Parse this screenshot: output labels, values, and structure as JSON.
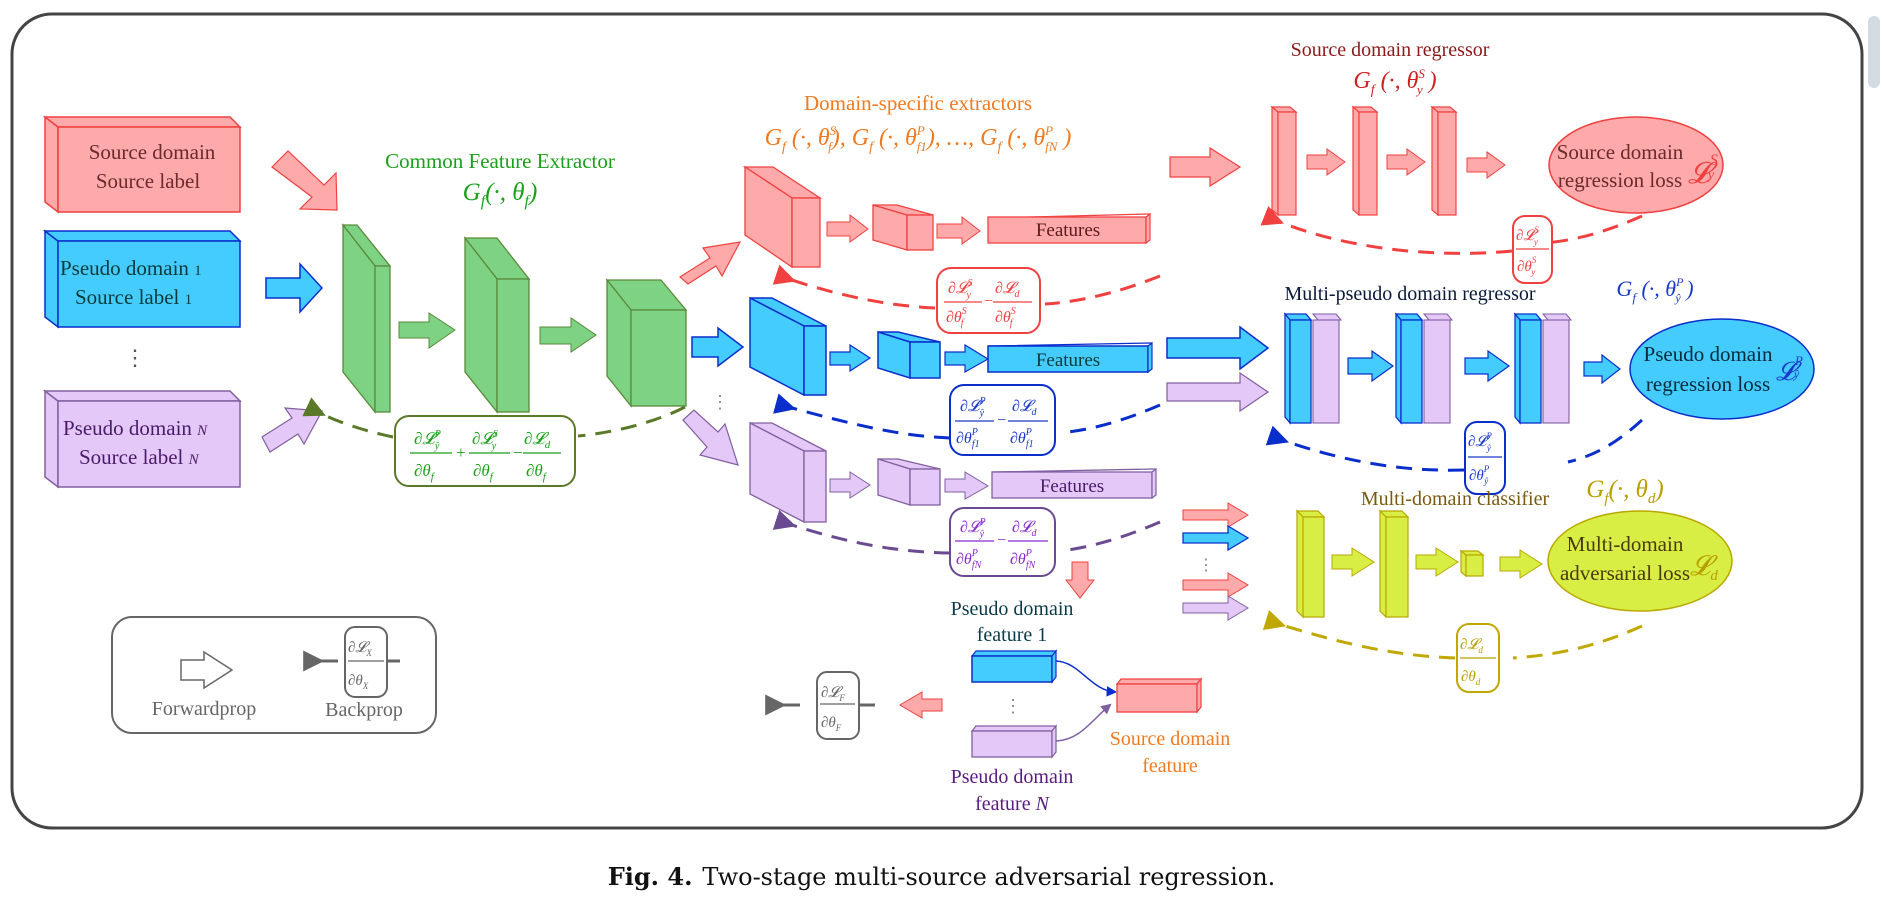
{
  "figure": {
    "caption_label": "Fig. 4.",
    "caption_text": "Two-stage multi-source adversarial regression."
  },
  "colors": {
    "source_fill": "#ffaaaa",
    "source_stroke": "#f04040",
    "pseudo1_fill": "#44ccff",
    "pseudo1_stroke": "#0a2ecc",
    "pseudoN_fill": "#e4c8f8",
    "pseudoN_stroke": "#8060a0",
    "common_fill": "#7ed283",
    "common_stroke": "#5a8a3a",
    "classifier_fill": "#d9ee44",
    "classifier_stroke": "#b8a800",
    "common_title": "#1aa01a",
    "specific_title": "#f07a20",
    "source_regressor_title": "#8b1a1a",
    "source_math": "#cc2222",
    "pseudo_math": "#1a3acc",
    "classifier_title": "#7a5a10",
    "classifier_math": "#b8a000",
    "legend_gray": "#666666"
  },
  "inputs": {
    "source": {
      "line1": "Source domain",
      "line2": "Source label"
    },
    "pseudo1": {
      "line1": "Pseudo domain",
      "sub1": "1",
      "line2": "Source label",
      "sub2": "1"
    },
    "pseudoN": {
      "line1": "Pseudo domain",
      "sub1": "N",
      "line2": "Source label",
      "sub2": "N"
    },
    "ellipsis": "⋮"
  },
  "common_extractor": {
    "title": "Common Feature Extractor",
    "math": "G_f(·, θ_f)",
    "gradient": "∂L_ŷ^P/∂θ_f + ∂L_y^S/∂θ_f − ∂L_d/∂θ_f"
  },
  "specific_extractors": {
    "title": "Domain-specific extractors",
    "math": "G_f(·, θ_f^S), G_f(·, θ_f1^P), …, G_f(·, θ_fN^P)",
    "features_label": "Features",
    "source_gradient": "∂L_y^S/∂θ_f^S − ∂L_d/∂θ_f^S",
    "pseudo1_gradient": "∂L_ŷ^P/∂θ_f1^P − ∂L_d/∂θ_f1^P",
    "pseudoN_gradient": "∂L_ŷ^P/∂θ_fN^P − ∂L_d/∂θ_fN^P"
  },
  "source_regressor": {
    "title": "Source domain regressor",
    "math": "G_f(·, θ_y^S)",
    "loss_line1": "Source domain",
    "loss_line2": "regression loss",
    "loss_symbol": "L_y^S",
    "gradient": "∂L_y^S/∂θ_y^S"
  },
  "pseudo_regressor": {
    "title": "Multi-pseudo domain regressor",
    "math": "G_f(·, θ_ŷ^P)",
    "loss_line1": "Pseudo domain",
    "loss_line2": "regression loss",
    "loss_symbol": "L_ŷ^P",
    "gradient": "∂L_ŷ^P/∂θ_ŷ^P"
  },
  "classifier": {
    "title": "Multi-domain classifier",
    "math": "G_f(·, θ_d)",
    "loss_line1": "Multi-domain",
    "loss_line2": "adversarial loss",
    "loss_symbol": "L_d",
    "gradient": "∂L_d/∂θ_d"
  },
  "feature_alignment": {
    "pseudo1_label_line1": "Pseudo domain",
    "pseudo1_label_line2": "feature 1",
    "pseudoN_label_line1": "Pseudo domain",
    "pseudoN_label_line2": "feature",
    "pseudoN_label_var": "N",
    "source_label_line1": "Source domain",
    "source_label_line2": "feature",
    "gradient": "∂L_F/∂θ_F"
  },
  "legend": {
    "forward_label": "Forwardprop",
    "backward_label": "Backprop",
    "gradient": "∂L_X/∂θ_X"
  }
}
